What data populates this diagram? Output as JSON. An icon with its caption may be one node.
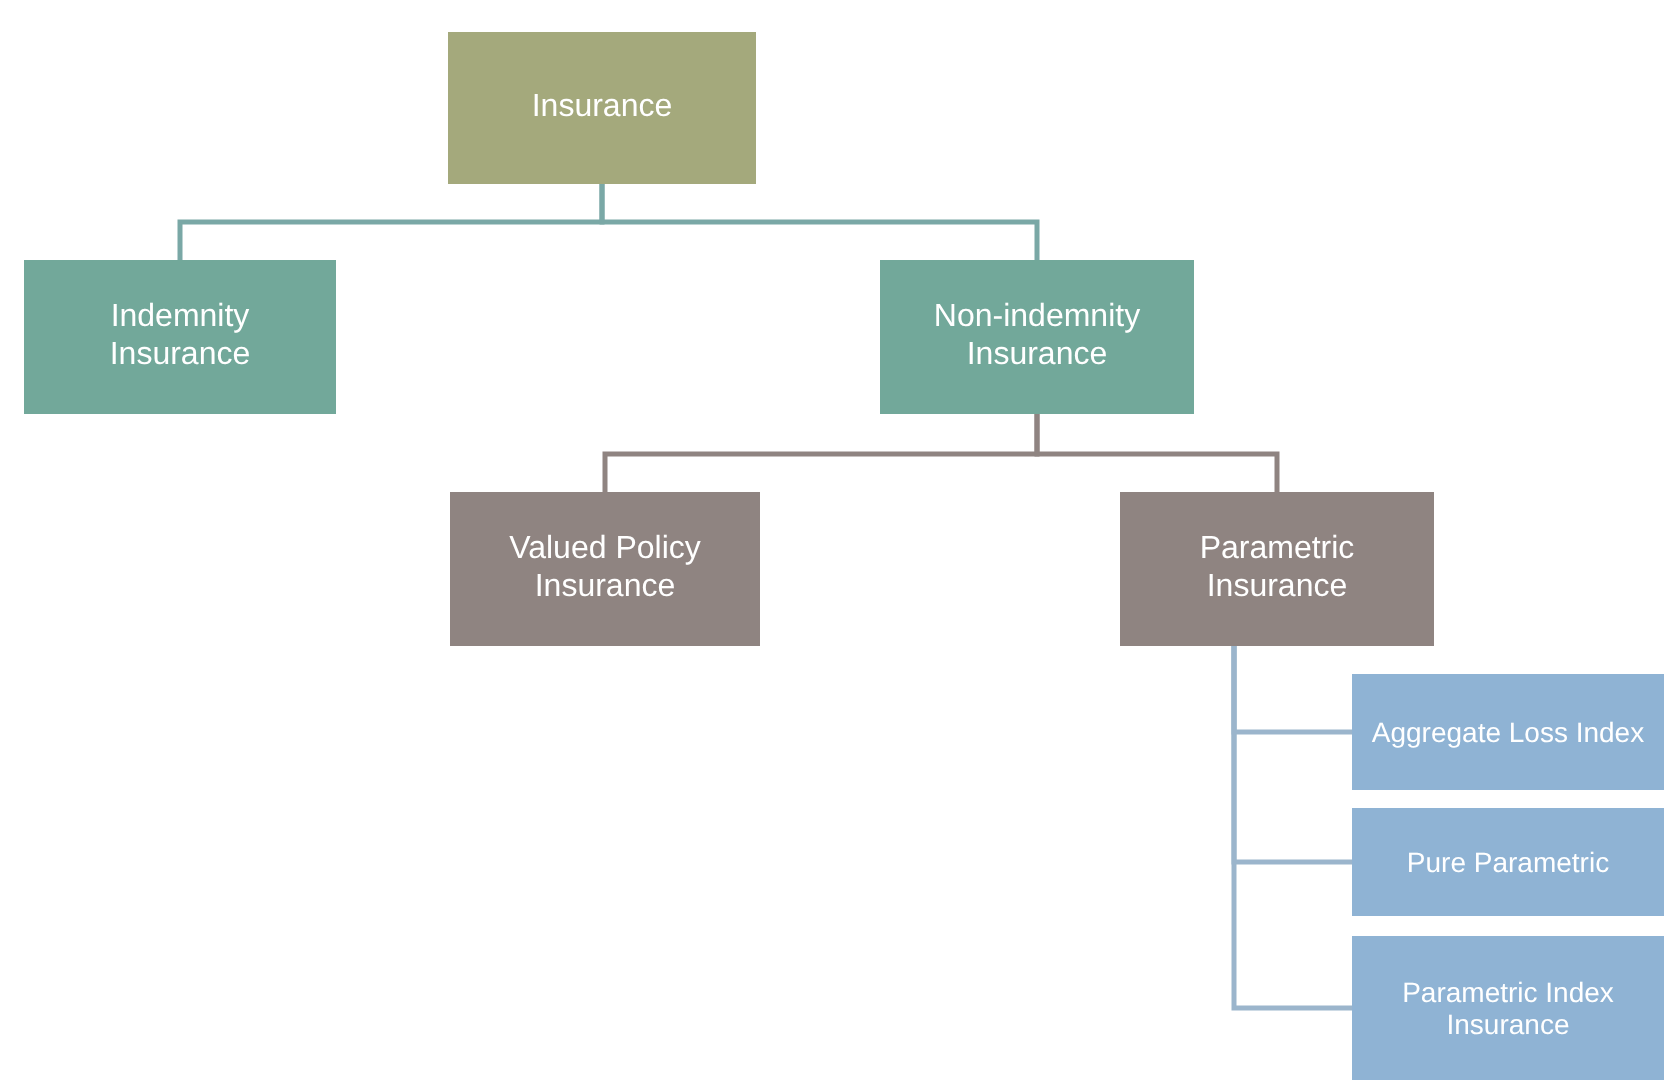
{
  "diagram": {
    "nodes": [
      {
        "text": [
          "Insurance"
        ]
      },
      {
        "text": [
          "Indemnity Insurance"
        ]
      },
      {
        "text": [
          "Non-indemnity Insurance"
        ]
      },
      {
        "text": [
          "Valued Policy Insurance"
        ]
      },
      {
        "text": [
          "Parametric Insurance"
        ]
      },
      {
        "text": [
          "Aggregate Loss Index"
        ]
      },
      {
        "text": [
          "Pure Parametric"
        ]
      },
      {
        "text": [
          "Parametric Index Insurance"
        ]
      }
    ],
    "edges": [
      {
        "from": 0,
        "to": 1,
        "arrow": "none",
        "color": "#7aa8a6"
      },
      {
        "from": 0,
        "to": 2,
        "arrow": "none",
        "color": "#7aa8a6"
      },
      {
        "from": 2,
        "to": 3,
        "arrow": "none",
        "color": "#8f8481"
      },
      {
        "from": 2,
        "to": 4,
        "arrow": "none",
        "color": "#8f8481"
      },
      {
        "from": 4,
        "to": 5,
        "arrow": "none"
      },
      {
        "from": 4,
        "to": 6,
        "arrow": "none"
      },
      {
        "from": 4,
        "to": 7,
        "arrow": "none"
      }
    ]
  }
}
